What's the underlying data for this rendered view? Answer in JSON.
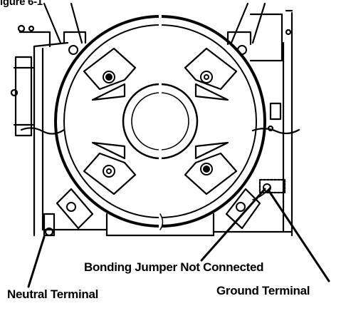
{
  "figure": {
    "label": "igure 6-1"
  },
  "callouts": {
    "bonding_jumper": "Bonding Jumper Not Connected",
    "neutral_terminal": "Neutral Terminal",
    "ground_terminal": "Ground Terminal"
  },
  "colors": {
    "ink": "#000000",
    "paper": "#ffffff"
  }
}
